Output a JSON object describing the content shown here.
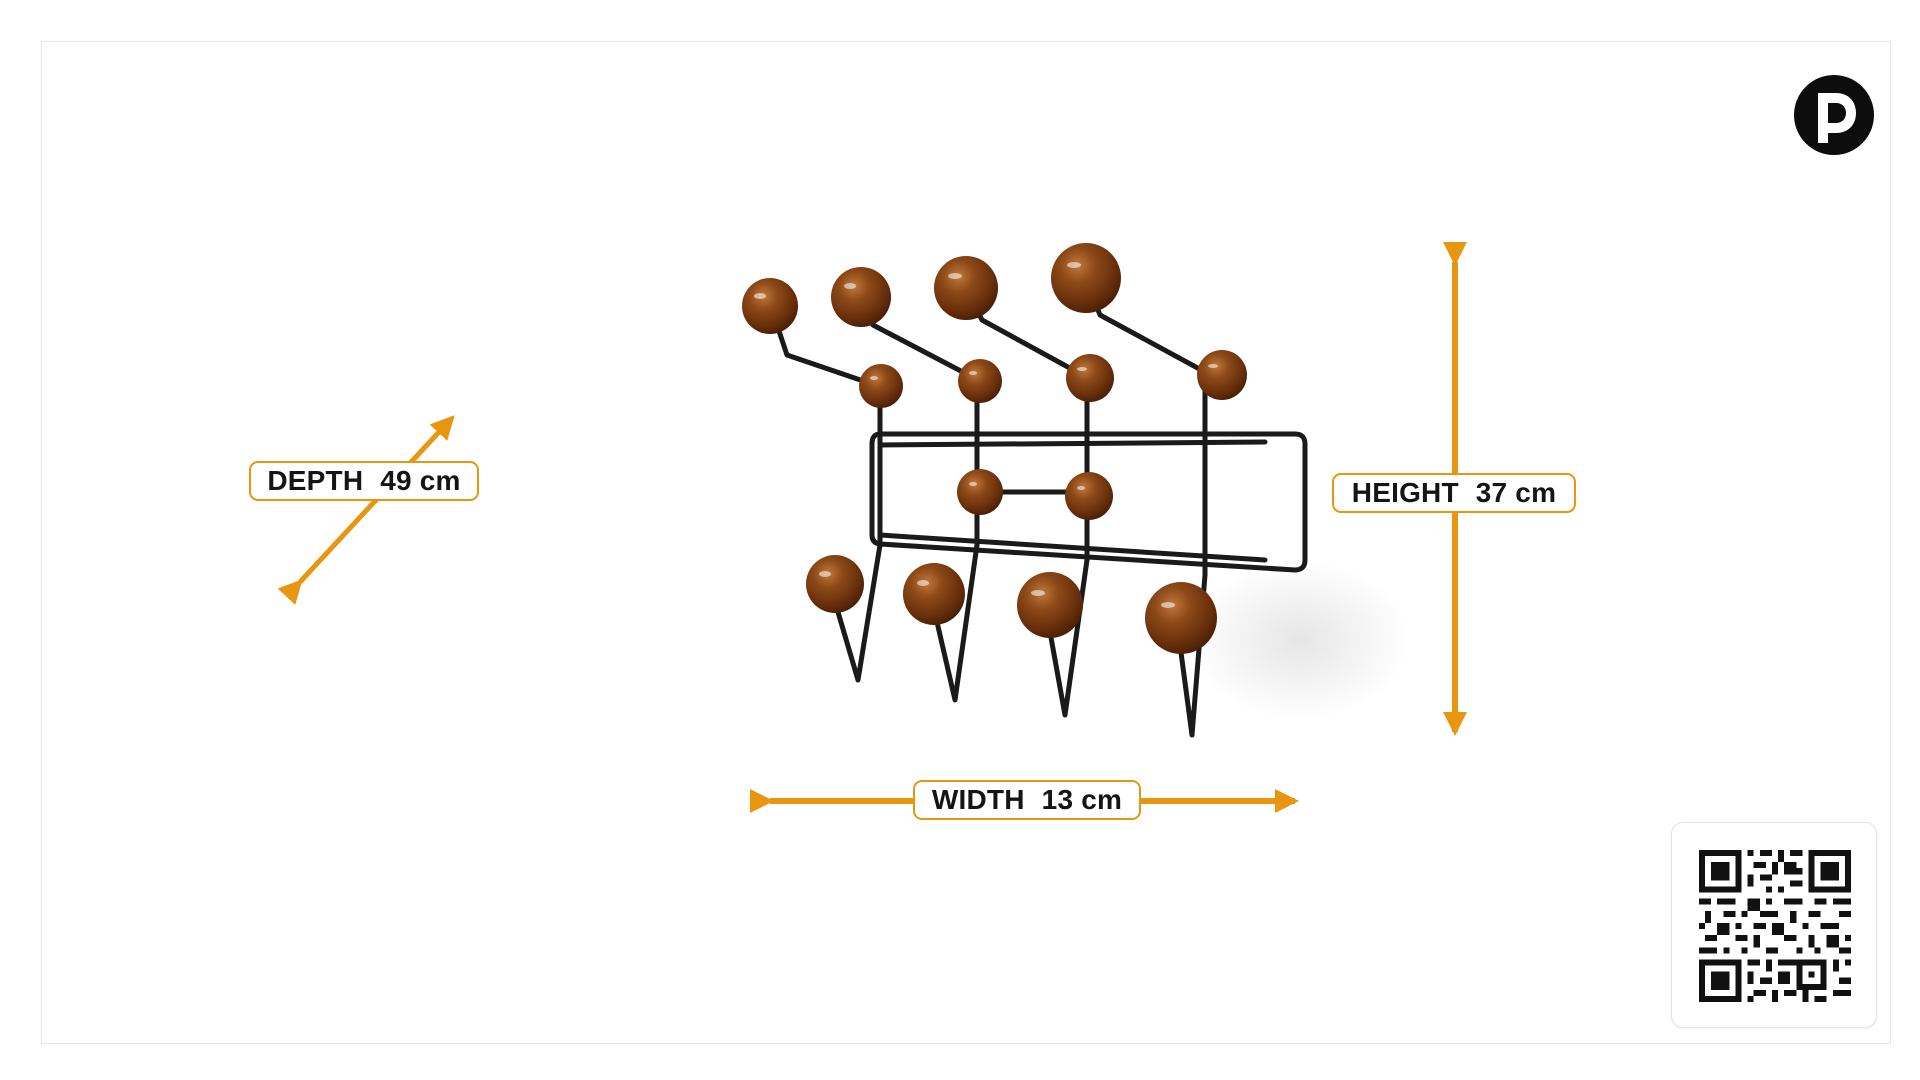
{
  "dimensions": {
    "depth": {
      "name": "DEPTH",
      "value": "49 cm"
    },
    "height": {
      "name": "HEIGHT",
      "value": "37 cm"
    },
    "width": {
      "name": "WIDTH",
      "value": "13 cm"
    }
  },
  "colors": {
    "accent": "#e8960f",
    "ball": "#7a3a10",
    "wire": "#1a1a1a",
    "text": "#151515"
  },
  "icons": {
    "brand_logo": "brand-logo-icon",
    "qr_code": "qr-code-icon"
  }
}
